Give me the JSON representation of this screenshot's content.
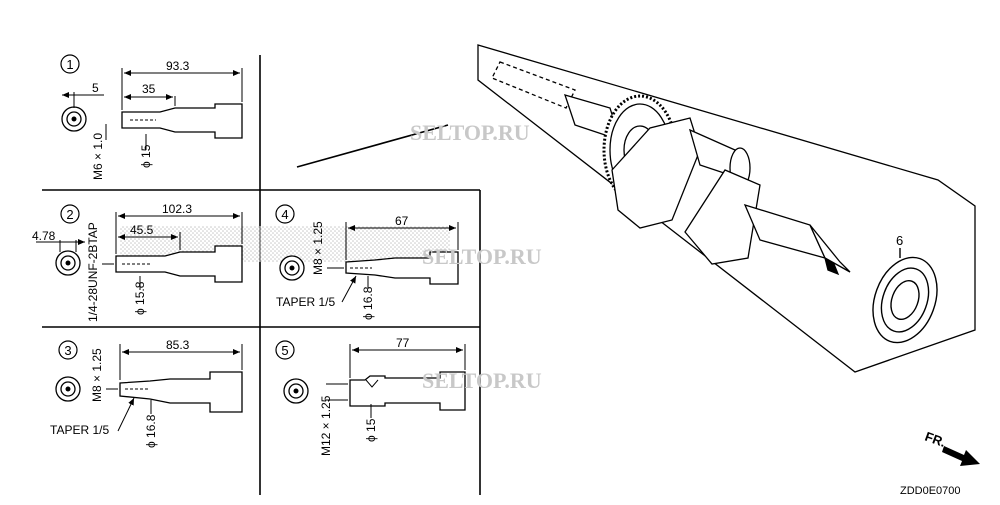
{
  "panels": [
    {
      "number": "1",
      "length": "93.3",
      "offset": "35",
      "edge": "5",
      "thread": "M6 × 1.0",
      "diameter": "ϕ 15",
      "taper": ""
    },
    {
      "number": "2",
      "length": "102.3",
      "offset": "45.5",
      "edge": "4.78",
      "thread": "1/4-28UNF-2BTAP",
      "diameter": "ϕ 15.8",
      "taper": ""
    },
    {
      "number": "3",
      "length": "85.3",
      "offset": "",
      "edge": "",
      "thread": "M8 × 1.25",
      "diameter": "ϕ 16.8",
      "taper": "TAPER 1/5"
    },
    {
      "number": "4",
      "length": "67",
      "offset": "",
      "edge": "",
      "thread": "M8 × 1.25",
      "diameter": "ϕ 16.8",
      "taper": "TAPER 1/5"
    },
    {
      "number": "5",
      "length": "77",
      "offset": "",
      "edge": "",
      "thread": "M12 × 1.25",
      "diameter": "ϕ 15",
      "taper": ""
    }
  ],
  "part_label": "6",
  "direction_label": "FR.",
  "code": "ZDD0E0700",
  "watermark": "SELTOP.RU"
}
